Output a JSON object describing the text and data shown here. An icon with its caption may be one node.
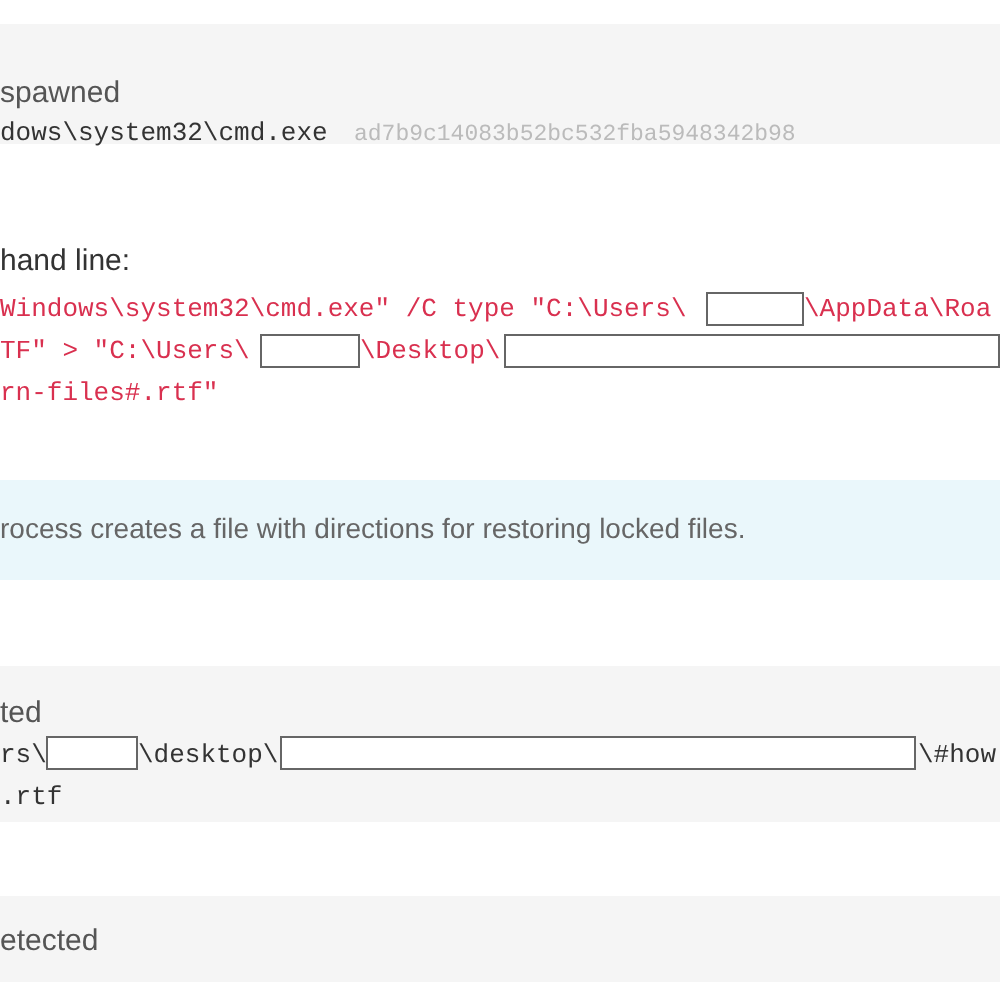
{
  "diagram": {
    "nodes": [
      {
        "text": [
          "spawned",
          "dows\\system32\\cmd.exe",
          "ad7b9c14083b52bc532fba5948342b98"
        ]
      },
      {
        "text": [
          "rocess creates a file with directions for restoring locked files."
        ]
      },
      {
        "text": [
          "ted",
          "rs\\",
          "\\desktop\\",
          "\\#how",
          ".rtf"
        ]
      },
      {
        "text": [
          "etected"
        ]
      }
    ],
    "labels": [
      "hand line:",
      "Windows\\system32\\cmd.exe\" /C type \"C:\\Users\\",
      "\\AppData\\Roa",
      "TF\" > \"C:\\Users\\",
      "\\Desktop\\",
      "rn-files#.rtf\""
    ]
  }
}
